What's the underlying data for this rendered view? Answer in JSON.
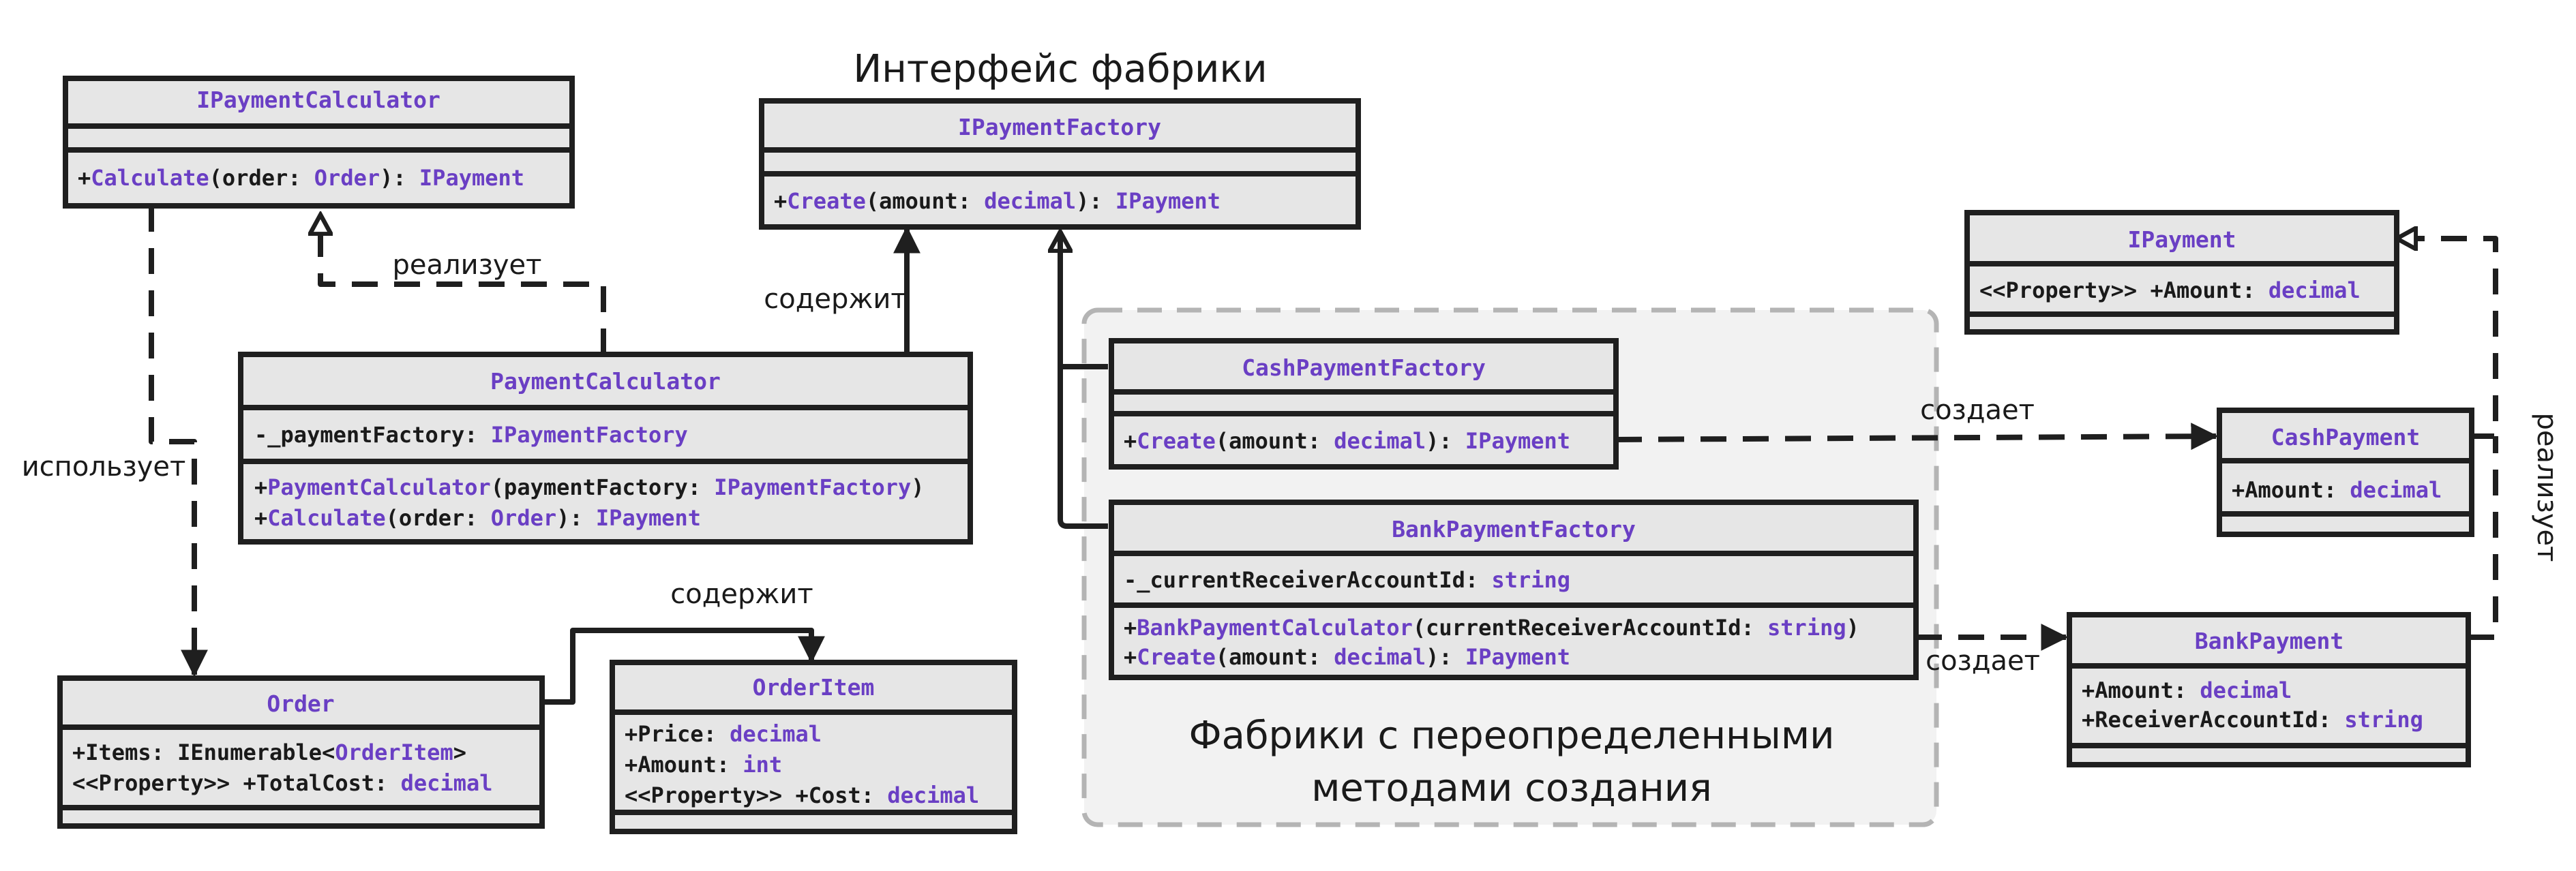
{
  "labels": {
    "factory_interface": "Интерфейс фабрики",
    "realizes_1": "реализует",
    "realizes_2": "реализует",
    "contains_1": "содержит",
    "contains_2": "содержит",
    "uses": "использует",
    "creates_1": "создает",
    "creates_2": "создает",
    "group_title_1": "Фабрики с переопределенными",
    "group_title_2": "методами создания"
  },
  "classes": {
    "IPaymentCalculator": {
      "name": "IPaymentCalculator",
      "m1": {
        "p1": "+",
        "p2": "Calculate",
        "p3": "(order: ",
        "p4": "Order",
        "p5": "): ",
        "p6": "IPayment"
      }
    },
    "IPaymentFactory": {
      "name": "IPaymentFactory",
      "m1": {
        "p1": "+",
        "p2": "Create",
        "p3": "(amount: ",
        "p4": "decimal",
        "p5": "): ",
        "p6": "IPayment"
      }
    },
    "PaymentCalculator": {
      "name": "PaymentCalculator",
      "f1": {
        "p1": "-_paymentFactory: ",
        "p2": "IPaymentFactory"
      },
      "m1": {
        "p1": "+",
        "p2": "PaymentCalculator",
        "p3": "(paymentFactory: ",
        "p4": "IPaymentFactory",
        "p5": ")"
      },
      "m2": {
        "p1": "+",
        "p2": "Calculate",
        "p3": "(order: ",
        "p4": "Order",
        "p5": "): ",
        "p6": "IPayment"
      }
    },
    "IPayment": {
      "name": "IPayment",
      "f1": {
        "p1": "<<Property>> +Amount: ",
        "p2": "decimal"
      }
    },
    "CashPaymentFactory": {
      "name": "CashPaymentFactory",
      "m1": {
        "p1": "+",
        "p2": "Create",
        "p3": "(amount: ",
        "p4": "decimal",
        "p5": "): ",
        "p6": "IPayment"
      }
    },
    "CashPayment": {
      "name": "CashPayment",
      "f1": {
        "p1": "+Amount: ",
        "p2": "decimal"
      }
    },
    "BankPaymentFactory": {
      "name": "BankPaymentFactory",
      "f1": {
        "p1": "-_currentReceiverAccountId: ",
        "p2": "string"
      },
      "m1": {
        "p1": "+",
        "p2": "BankPaymentCalculator",
        "p3": "(currentReceiverAccountId: ",
        "p4": "string",
        "p5": ")"
      },
      "m2": {
        "p1": "+",
        "p2": "Create",
        "p3": "(amount: ",
        "p4": "decimal",
        "p5": "): ",
        "p6": "IPayment"
      }
    },
    "BankPayment": {
      "name": "BankPayment",
      "f1": {
        "p1": "+Amount: ",
        "p2": "decimal"
      },
      "f2": {
        "p1": "+ReceiverAccountId: ",
        "p2": "string"
      }
    },
    "Order": {
      "name": "Order",
      "f1": {
        "p1": "+Items: IEnumerable<",
        "p2": "OrderItem",
        "p3": ">"
      },
      "f2": {
        "p1": "<<Property>> +TotalCost: ",
        "p2": "decimal"
      }
    },
    "OrderItem": {
      "name": "OrderItem",
      "f1": {
        "p1": "+Price: ",
        "p2": "decimal"
      },
      "f2": {
        "p1": "+Amount: ",
        "p2": "int"
      },
      "f3": {
        "p1": "<<Property>> +Cost: ",
        "p2": "decimal"
      }
    }
  }
}
